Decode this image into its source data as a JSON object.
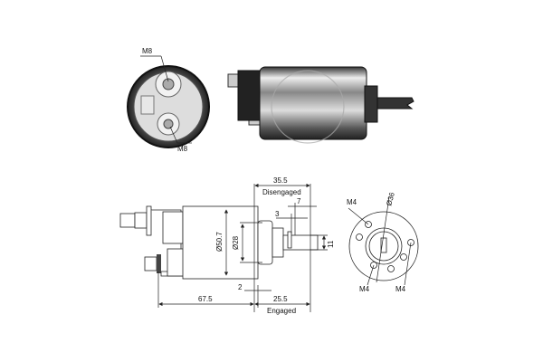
{
  "photos": {
    "end_view": {
      "labels": [
        "M8",
        "M8"
      ]
    },
    "side_view": {
      "description": "solenoid switch photograph, side view"
    }
  },
  "side_drawing": {
    "dimensions": {
      "disengaged_length": "35.5",
      "disengaged_label": "Disengaged",
      "engaged_length": "25.5",
      "engaged_label": "Engaged",
      "body_length": "67.5",
      "body_diameter": "Ø50.7",
      "nose_diameter": "Ø28",
      "slot_width": "3",
      "slot_offset": "7",
      "tab_width": "11",
      "gap": "2"
    }
  },
  "front_drawing": {
    "bolt_circle": "Ø36",
    "threads": [
      "M4",
      "M4",
      "M4"
    ]
  },
  "colors": {
    "line": "#222222",
    "background": "#ffffff"
  }
}
